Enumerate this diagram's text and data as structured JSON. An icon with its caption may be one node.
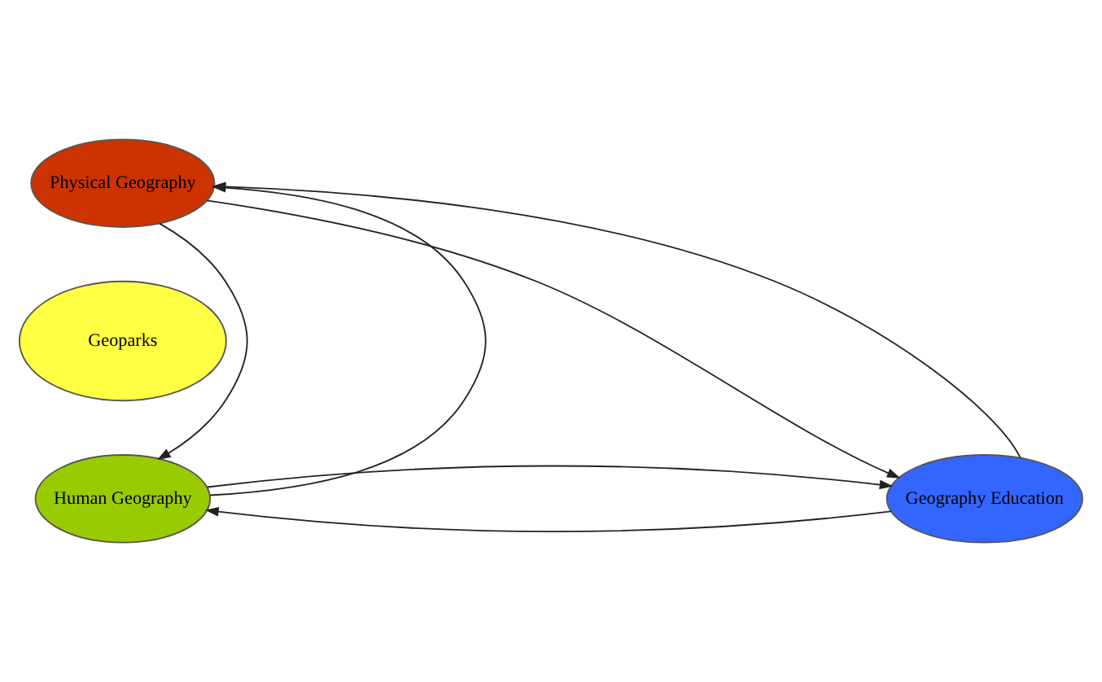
{
  "diagram": {
    "nodes": [
      {
        "text": [
          "Physical Geography"
        ]
      },
      {
        "text": [
          "Geoparks"
        ]
      },
      {
        "text": [
          "Human Geography"
        ]
      },
      {
        "text": [
          "Geography Education"
        ]
      }
    ],
    "edges": [
      {
        "from": 2,
        "to": 0,
        "arrow": "to"
      },
      {
        "from": 0,
        "to": 2,
        "arrow": "to"
      },
      {
        "from": 0,
        "to": 3,
        "arrow": "to"
      },
      {
        "from": 3,
        "to": 0,
        "arrow": "to"
      },
      {
        "from": 3,
        "to": 2,
        "arrow": "to"
      },
      {
        "from": 2,
        "to": 3,
        "arrow": "to"
      }
    ]
  }
}
